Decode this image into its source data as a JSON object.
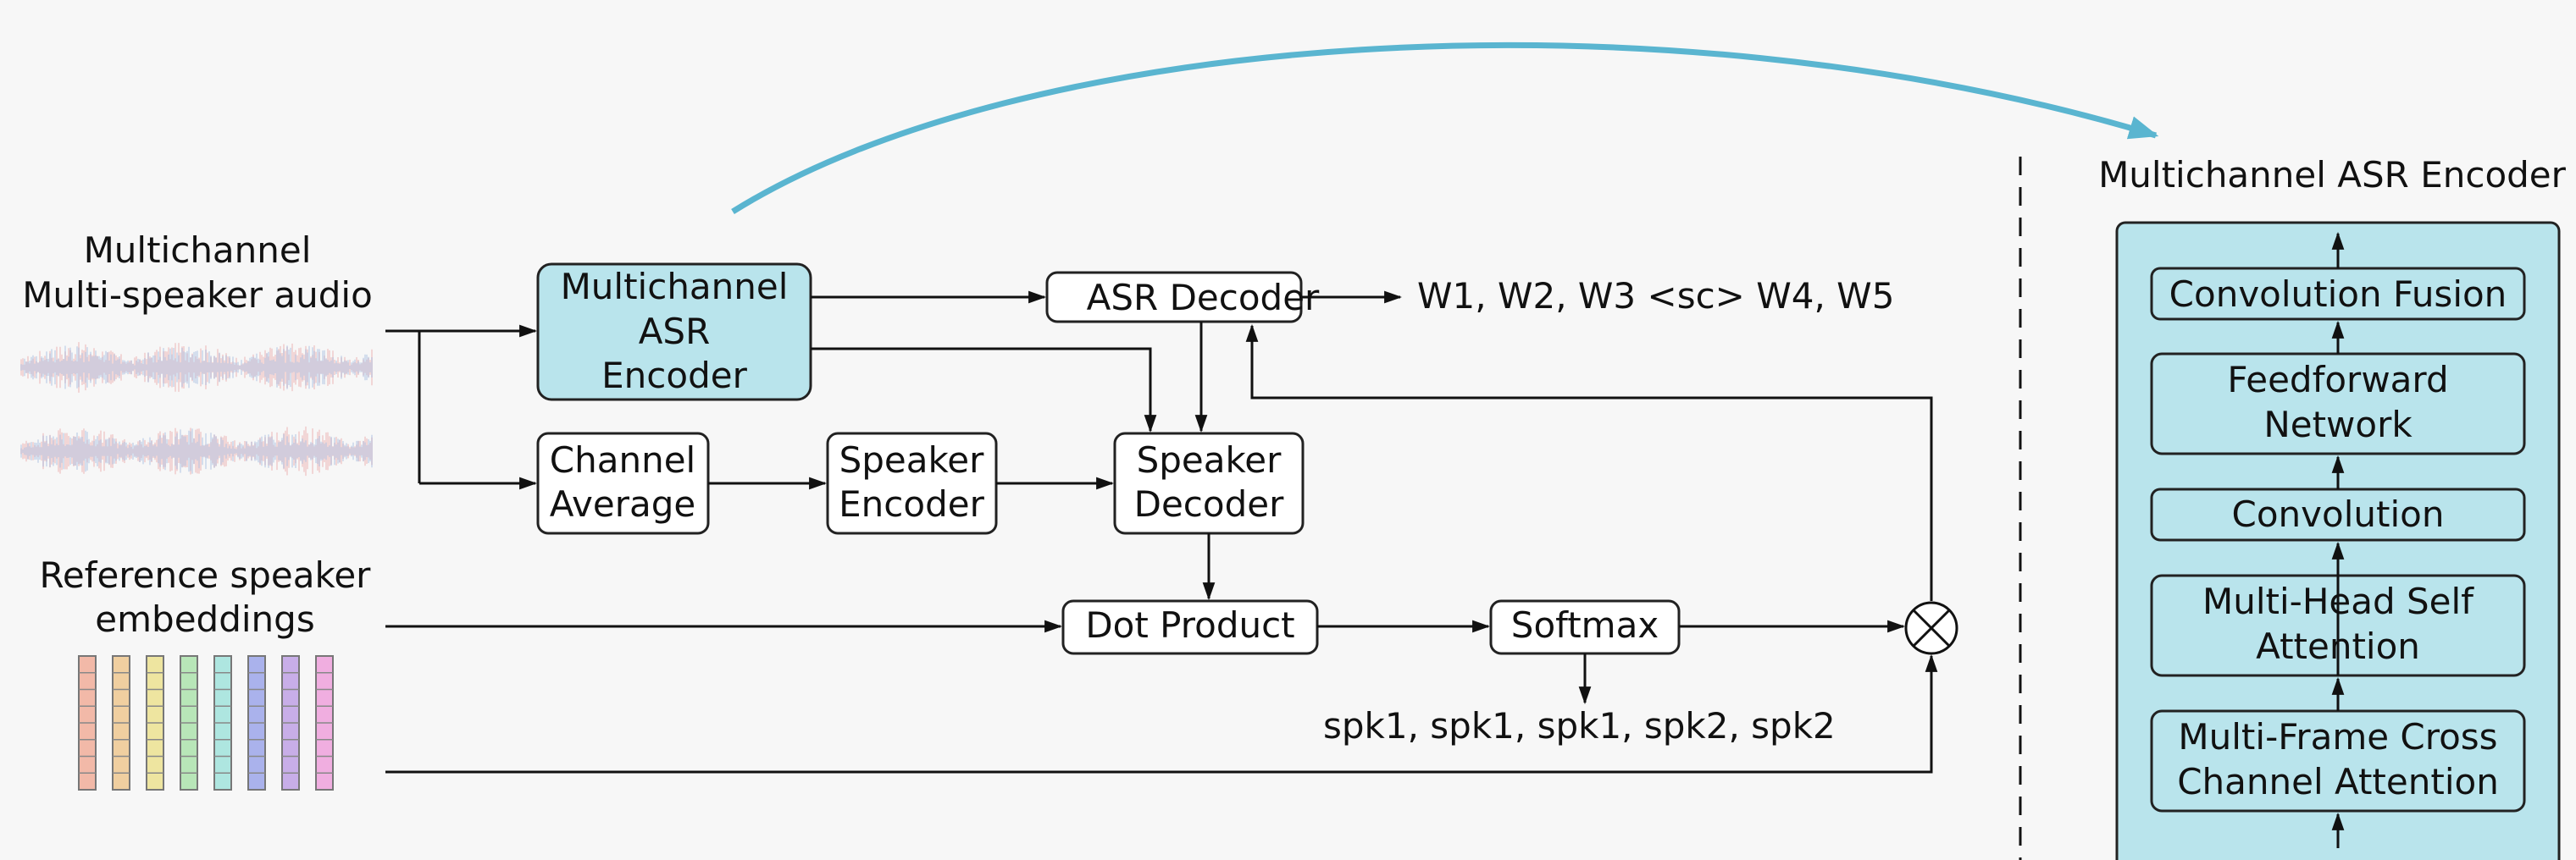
{
  "inputs": {
    "audio_label_1": "Multichannel",
    "audio_label_2": "Multi-speaker audio",
    "ref_label_1": "Reference speaker",
    "ref_label_2": "embeddings"
  },
  "blocks": {
    "mc_asr_encoder": [
      "Multichannel",
      "ASR",
      "Encoder"
    ],
    "channel_average": [
      "Channel",
      "Average"
    ],
    "speaker_encoder": [
      "Speaker",
      "Encoder"
    ],
    "speaker_decoder": [
      "Speaker",
      "Decoder"
    ],
    "asr_decoder": "ASR Decoder",
    "dot_product": "Dot Product",
    "softmax": "Softmax"
  },
  "outputs": {
    "transcript": "W1, W2, W3 <sc> W4, W5",
    "speaker_labels": "spk1, spk1, spk1, spk2, spk2"
  },
  "detail_panel": {
    "title": "Multichannel ASR Encoder",
    "layers": {
      "conv_fusion": "Convolution Fusion",
      "feedforward": [
        "Feedforward",
        "Network"
      ],
      "convolution": "Convolution",
      "mhsa": [
        "Multi-Head Self",
        "Attention"
      ],
      "mfcca": [
        "Multi-Frame Cross",
        "Channel Attention"
      ]
    }
  },
  "colors": {
    "encoder_fill": "#b9e4ec",
    "curve_arrow": "#5ab5d0",
    "embedding_columns": [
      "#f2b9a8",
      "#f0cfa0",
      "#eee5a0",
      "#b8e6b8",
      "#aee6e0",
      "#aab2ec",
      "#c8aee8",
      "#f0aee0"
    ]
  }
}
